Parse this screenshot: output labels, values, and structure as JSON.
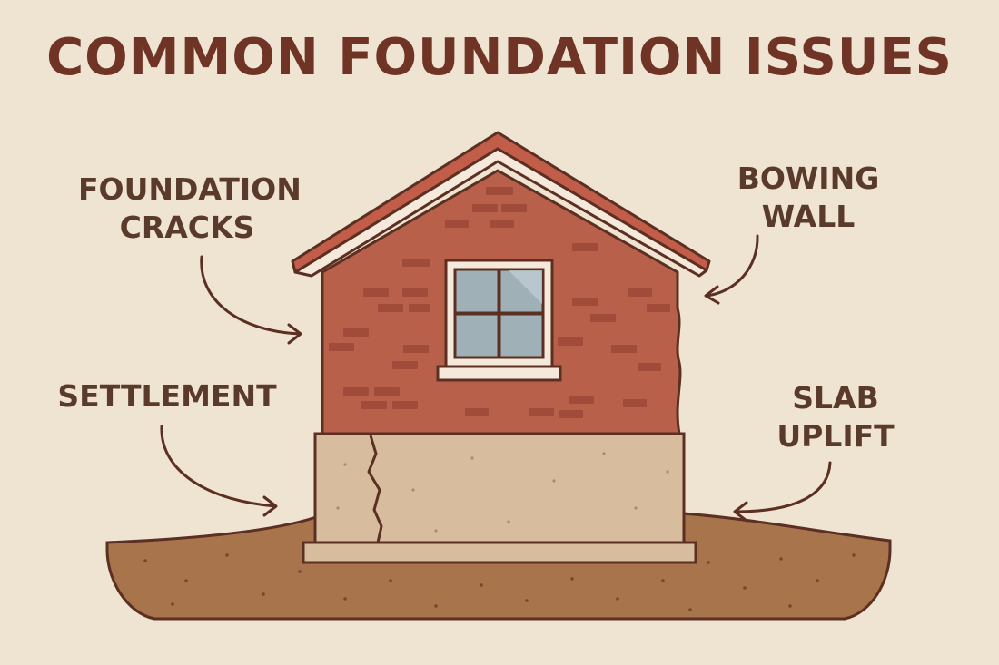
{
  "title": "COMMON FOUNDATION ISSUES",
  "labels": {
    "foundation_cracks": [
      "FOUNDATION",
      "CRACKS"
    ],
    "bowing_wall": [
      "BOWING",
      "WALL"
    ],
    "settlement": [
      "SETTLEMENT"
    ],
    "slab_uplift": [
      "SLAB",
      "UPLIFT"
    ]
  },
  "colors": {
    "background": "#efe3d1",
    "title": "#6f3426",
    "label": "#5a3b2b",
    "outline": "#5b2f22",
    "brick_wall": "#b9604a",
    "brick_mortar": "#a14c3a",
    "roof": "#c15d48",
    "foundation": "#d7bd9e",
    "soil": "#a8744c",
    "window_glass": "#9fb0b7"
  }
}
